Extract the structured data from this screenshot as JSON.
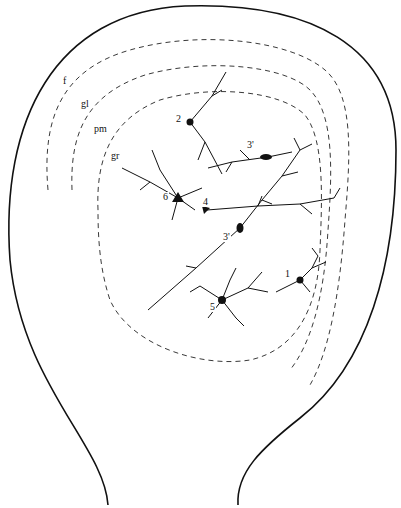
{
  "diagram": {
    "labels": [
      "f",
      "gl",
      "pm",
      "gr",
      "2",
      "3'",
      "6",
      "3'",
      "4",
      "5",
      "1"
    ]
  }
}
